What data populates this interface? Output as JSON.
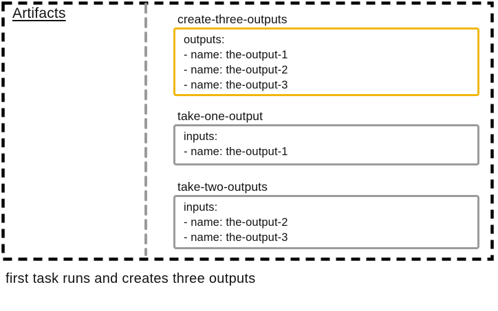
{
  "colors": {
    "ink": "#111111",
    "boundary_black": "#000000",
    "divider_gray": "#9a9a9a",
    "accent_yellow": "#f0b70d",
    "muted_gray": "#9b9b9b"
  },
  "artifacts_panel": {
    "label": "Artifacts"
  },
  "tasks": [
    {
      "title": "create-three-outputs",
      "border_color_ref": "accent_yellow",
      "lines": [
        "outputs:",
        "- name: the-output-1",
        "- name: the-output-2",
        "- name: the-output-3"
      ]
    },
    {
      "title": "take-one-output",
      "border_color_ref": "muted_gray",
      "lines": [
        "inputs:",
        "- name: the-output-1"
      ]
    },
    {
      "title": "take-two-outputs",
      "border_color_ref": "muted_gray",
      "lines": [
        "inputs:",
        "- name: the-output-2",
        "- name: the-output-3"
      ]
    }
  ],
  "caption": "first task runs and creates three outputs"
}
